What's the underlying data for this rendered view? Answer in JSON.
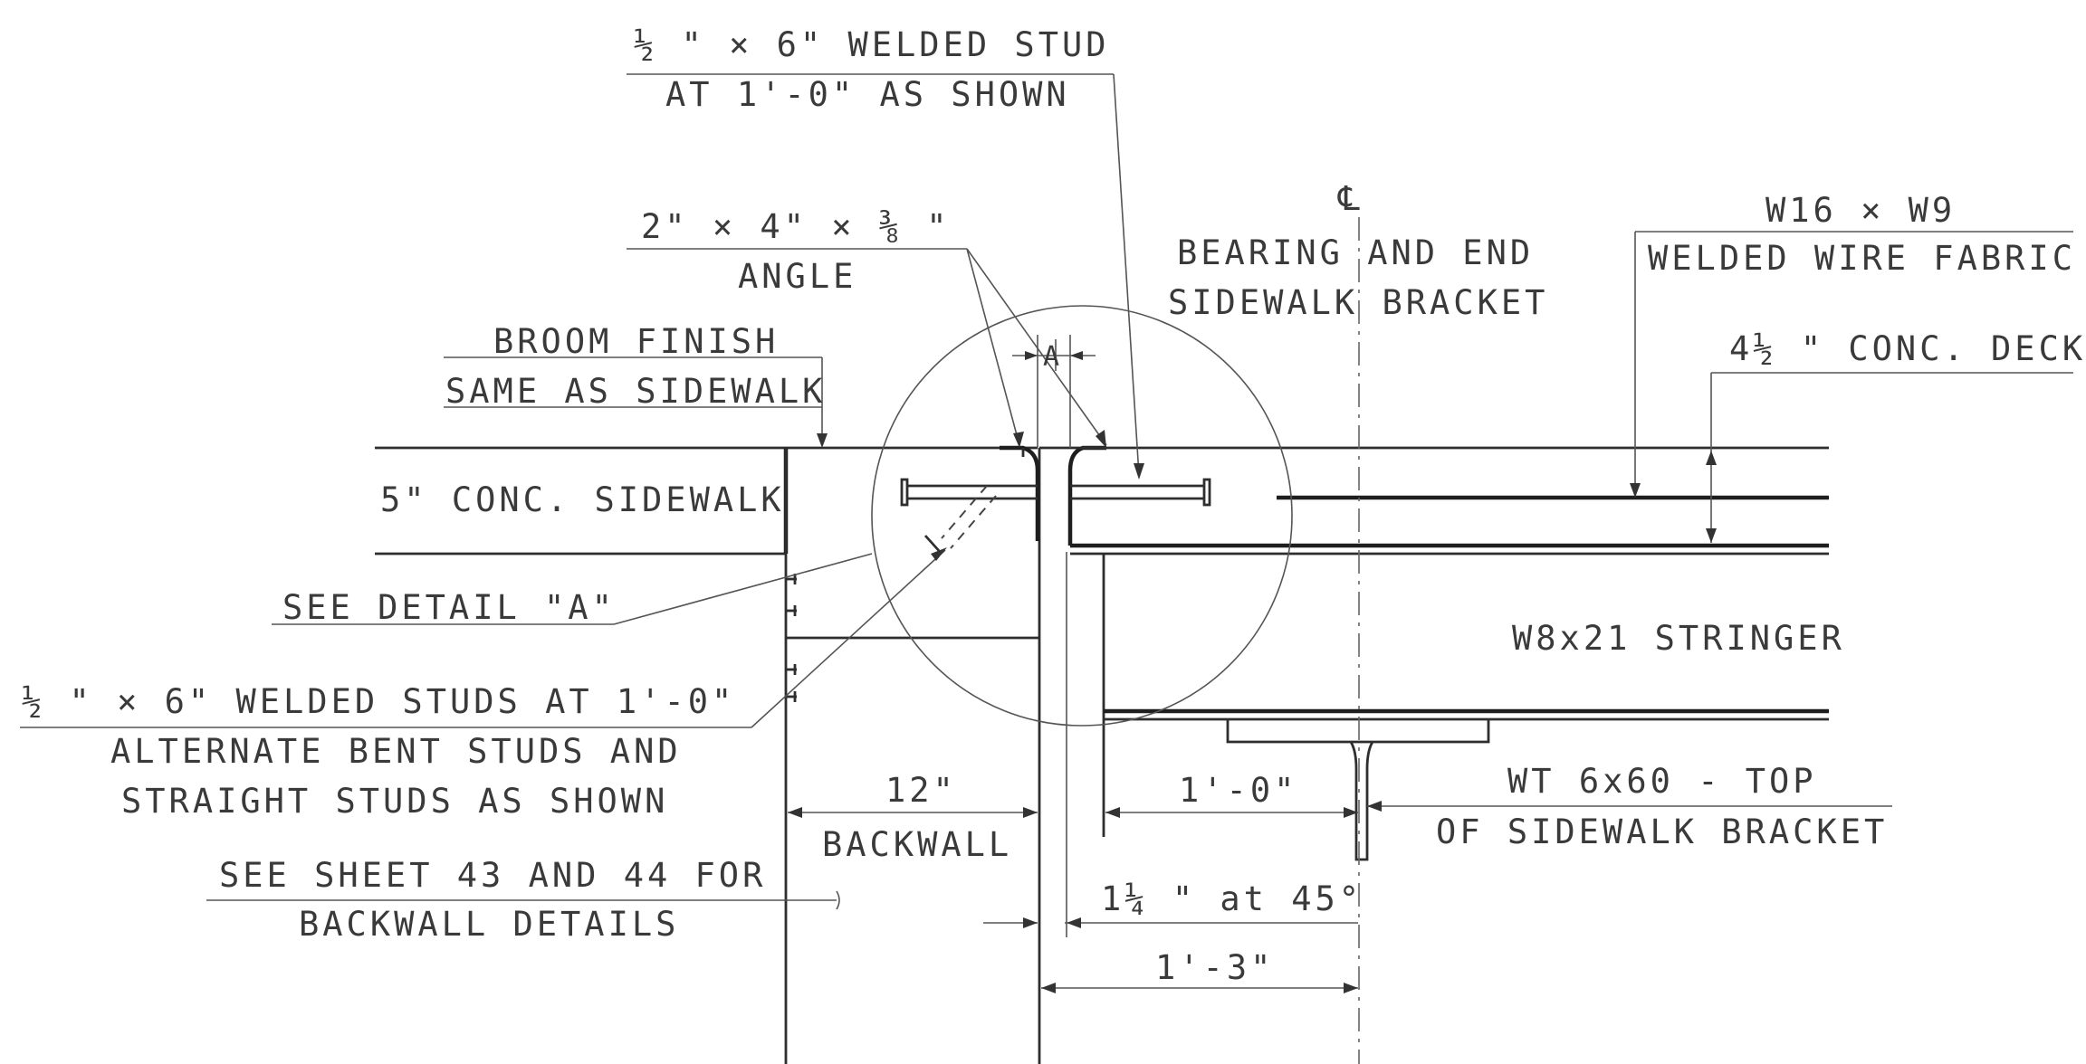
{
  "labels": {
    "stud_top_1": "½ \" × 6\" WELDED STUD",
    "stud_top_2": "AT 1'-0\" AS SHOWN",
    "angle_1": "2\" × 4\" × ⅜ \"",
    "angle_2": "ANGLE",
    "broom_1": "BROOM FINISH",
    "broom_2": "SAME AS SIDEWALK",
    "sidewalk": "5\" CONC. SIDEWALK",
    "detail_a": "SEE DETAIL \"A\"",
    "studs_1": "½ \" × 6\" WELDED STUDS AT 1'-0\"",
    "studs_2": "ALTERNATE BENT STUDS AND",
    "studs_3": "STRAIGHT STUDS AS SHOWN",
    "sheet_1": "SEE SHEET 43 AND 44 FOR",
    "sheet_2": "BACKWALL DETAILS",
    "cl_symbol": "℄",
    "bearing_1": "BEARING AND END",
    "bearing_2": "SIDEWALK BRACKET",
    "wwf_1": "W16 × W9",
    "wwf_2": "WELDED WIRE FABRIC",
    "deck": "4½ \" CONC. DECK",
    "stringer": "W8x21 STRINGER",
    "wt_1": "WT 6x60 - TOP",
    "wt_2": "OF SIDEWALK BRACKET",
    "dim_12": "12\"",
    "backwall": "BACKWALL",
    "dim_1_0": "1'-0\"",
    "dim_gap": "1¼ \" at 45°",
    "dim_1_3": "1'-3\"",
    "detail_mark": "A"
  }
}
